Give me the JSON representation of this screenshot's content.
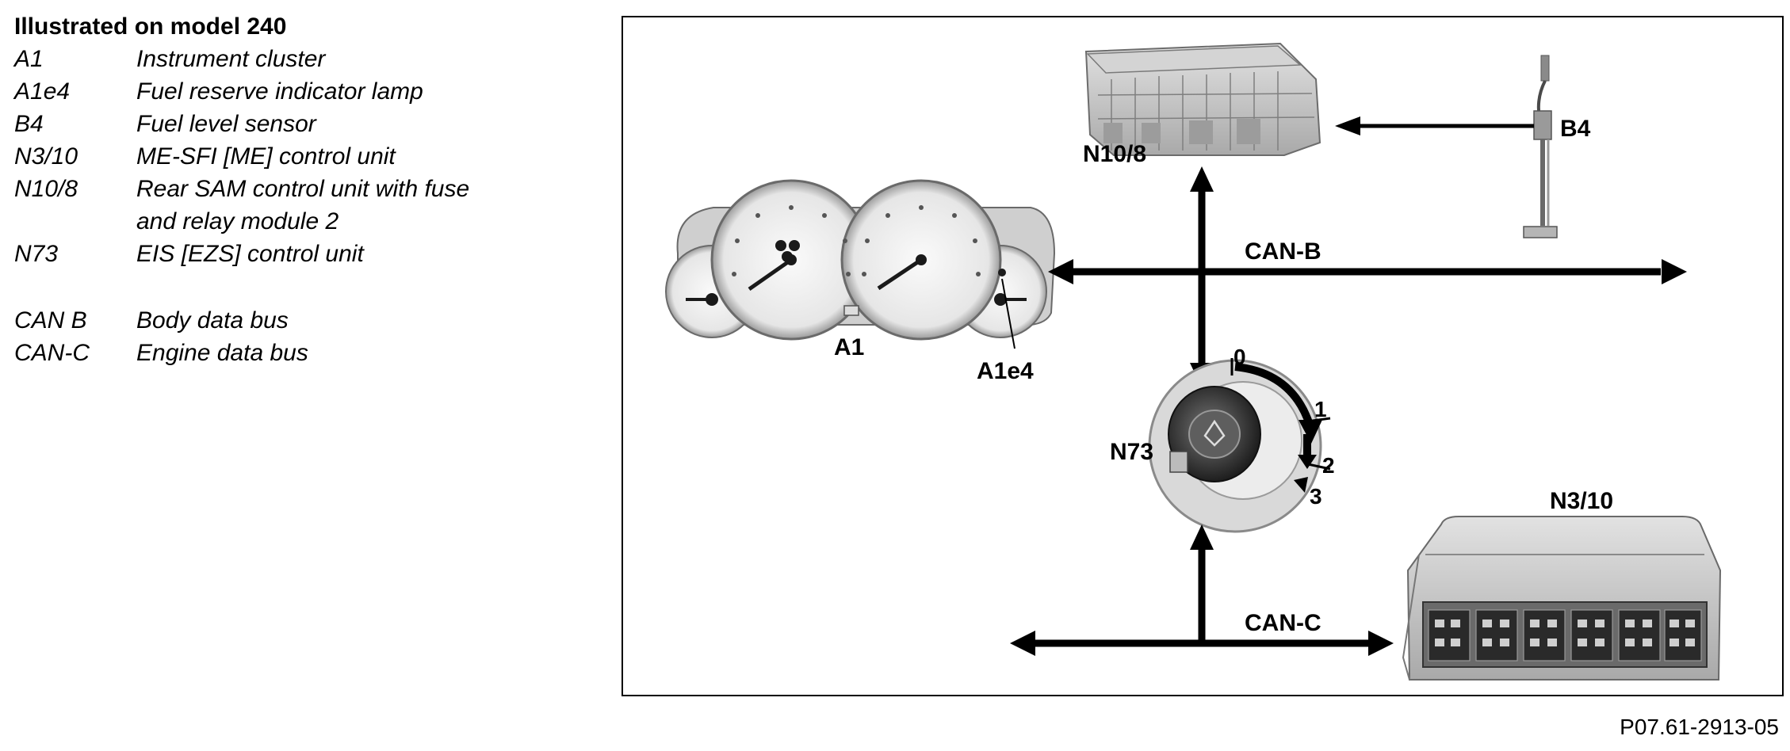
{
  "legend": {
    "title": "Illustrated on model 240",
    "items": [
      {
        "code": "A1",
        "desc": "Instrument cluster"
      },
      {
        "code": "A1e4",
        "desc": "Fuel reserve indicator lamp"
      },
      {
        "code": "B4",
        "desc": "Fuel level sensor"
      },
      {
        "code": "N3/10",
        "desc": "ME-SFI [ME] control unit"
      },
      {
        "code": "N10/8",
        "desc": "Rear SAM control unit with fuse and relay module 2"
      },
      {
        "code": "N73",
        "desc": "EIS [EZS] control unit"
      }
    ],
    "bus_items": [
      {
        "code": "CAN B",
        "desc": "Body data bus"
      },
      {
        "code": "CAN-C",
        "desc": "Engine data bus"
      }
    ]
  },
  "diagram": {
    "labels": {
      "n10_8": "N10/8",
      "b4": "B4",
      "can_b": "CAN-B",
      "a1": "A1",
      "a1e4": "A1e4",
      "n73": "N73",
      "n3_10": "N3/10",
      "can_c": "CAN-C"
    },
    "key_positions": [
      "0",
      "1",
      "2",
      "3"
    ]
  },
  "figure_id": "P07.61-2913-05",
  "colors": {
    "line": "#000000",
    "frame": "#000000",
    "component": "#c8c8c8"
  }
}
